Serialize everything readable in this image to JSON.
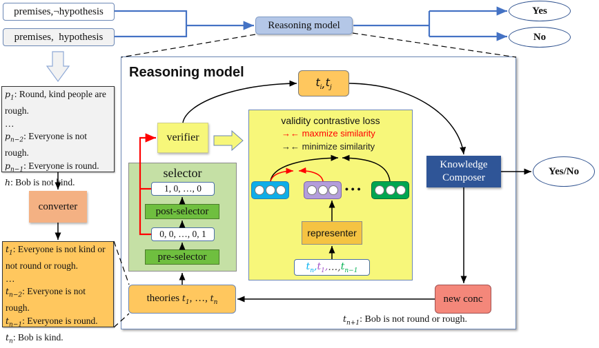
{
  "inputs": {
    "negated": {
      "premises": "premises,",
      "neg": "¬",
      "hypothesis": "hypothesis"
    },
    "plain": "premises,  hypothesis"
  },
  "reasoning_model_label": "Reasoning model",
  "outputs": {
    "yes": "Yes",
    "no": "No",
    "yes_no": "Yes/No"
  },
  "premises_box": {
    "lines": [
      {
        "var": "p",
        "sub": "1",
        "text": ": Round, kind people are rough."
      },
      {
        "var": "",
        "sub": "",
        "text": "…"
      },
      {
        "var": "p",
        "sub": "n−2",
        "text": ": Everyone is not rough."
      },
      {
        "var": "p",
        "sub": "n−1",
        "text": ": Everyone is round."
      },
      {
        "var": "h",
        "sub": "",
        "text": ": Bob is not kind."
      }
    ]
  },
  "converter_label": "converter",
  "theories_box": {
    "lines": [
      {
        "var": "t",
        "sub": "1",
        "text": ": Everyone is not kind or not round or rough."
      },
      {
        "var": "",
        "sub": "",
        "text": "…"
      },
      {
        "var": "t",
        "sub": "n−2",
        "text": ": Everyone is not rough."
      },
      {
        "var": "t",
        "sub": "n−1",
        "text": ": Everyone is round."
      },
      {
        "var": "t",
        "sub": "n",
        "text": ": Bob is kind."
      }
    ]
  },
  "frame": {
    "title": "Reasoning model",
    "tij": {
      "a": "t",
      "a_sub": "i",
      "sep": ",",
      "b": "t",
      "b_sub": "j"
    },
    "verifier": "verifier",
    "selector": {
      "title": "selector",
      "post_output": "1, 0, …, 0",
      "post_selector": "post-selector",
      "pre_output": "0, 0, …, 0, 1",
      "pre_selector": "pre-selector"
    },
    "loss": {
      "title": "validity contrastive loss",
      "maximize": "maxmize similarity",
      "minimize": "minimize similarity",
      "arrow_glyph": "→←",
      "ellipsis": "• • •",
      "embedding_colors": [
        "#0eaee8",
        "#b39ddb",
        "#00a651"
      ],
      "representer": "representer",
      "sequence": [
        {
          "var": "t",
          "sub": "n",
          "color": "#00b0f0"
        },
        {
          "var": "t",
          "sub": "1",
          "color": "#a050c8"
        },
        {
          "var": "…,",
          "sub": "",
          "color": "#444444"
        },
        {
          "var": "t",
          "sub": "n−1",
          "color": "#00b050"
        }
      ]
    },
    "knowledge_composer": {
      "line1": "Knowledge",
      "line2": "Composer"
    },
    "new_conc": "new conc",
    "theories": {
      "prefix": "theories ",
      "a": "t",
      "a_sub": "1",
      "mid": ", …, ",
      "b": "t",
      "b_sub": "n"
    },
    "conclusion": {
      "var": "t",
      "sub": "n+1",
      "text": ": Bob is not round or rough."
    }
  },
  "colors": {
    "blue_line": "#4472c4",
    "red_line": "#ff0000",
    "max_color": "#ff0000",
    "min_color": "#222222"
  }
}
